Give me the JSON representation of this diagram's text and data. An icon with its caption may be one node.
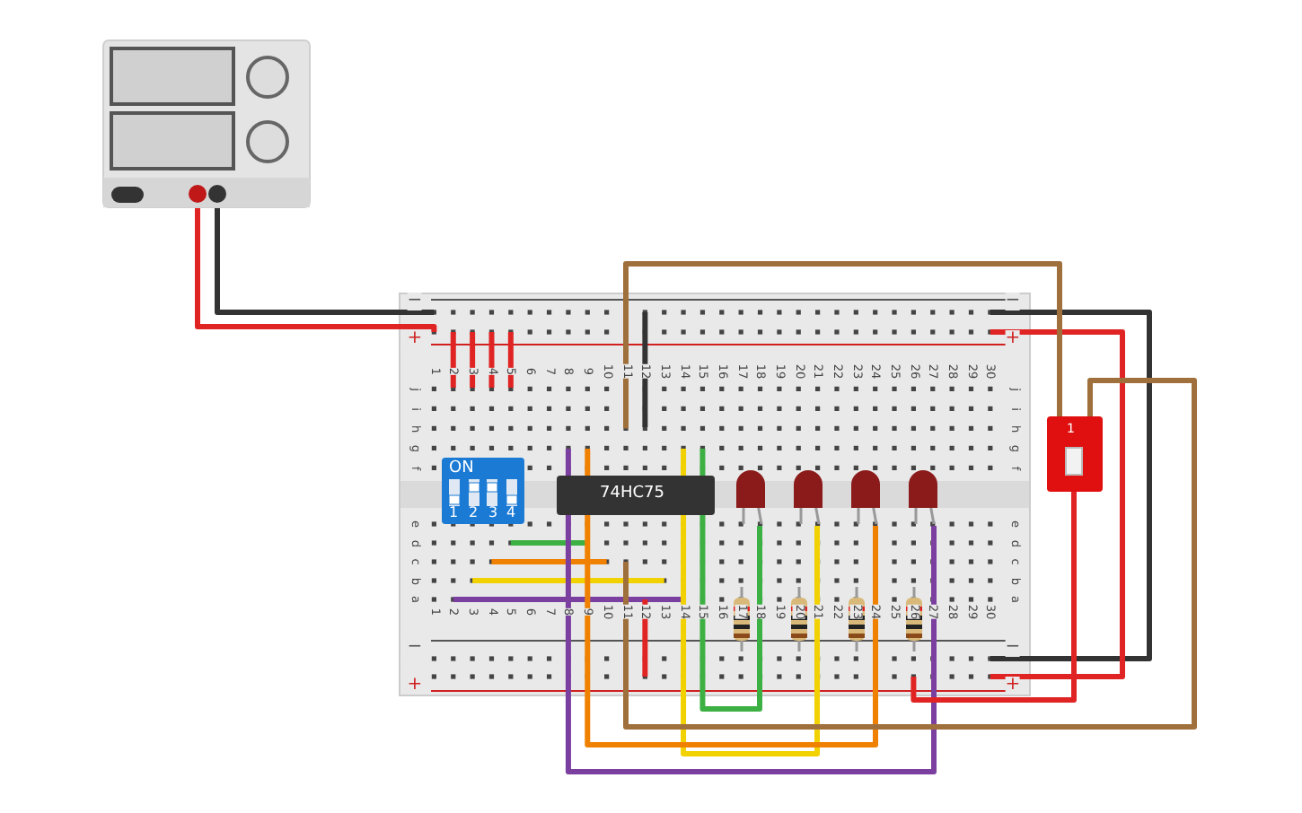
{
  "diagram": {
    "nodes": [
      {
        "text": [],
        "shape": "picture"
      },
      {
        "text": [],
        "shape": "picture"
      },
      {
        "text": [
          "ON",
          "1",
          "2",
          "3",
          "4"
        ],
        "in": 1
      },
      {
        "text": [
          "74HC75"
        ],
        "in": 1
      },
      {
        "text": [],
        "shape": "picture",
        "in": 1
      },
      {
        "text": [],
        "shape": "picture",
        "in": 1
      },
      {
        "text": [],
        "shape": "picture",
        "in": 1
      },
      {
        "text": [],
        "shape": "picture",
        "in": 1
      },
      {
        "text": [],
        "shape": "picture",
        "in": 1
      },
      {
        "text": [],
        "shape": "picture",
        "in": 1
      },
      {
        "text": [],
        "shape": "picture",
        "in": 1
      },
      {
        "text": [],
        "shape": "picture",
        "in": 1
      },
      {
        "text": [
          "1"
        ]
      }
    ],
    "edges": [
      {
        "from": 0,
        "to": 1,
        "arrow": "none",
        "color": "#e02424"
      },
      {
        "from": 0,
        "to": 1,
        "arrow": "none",
        "color": "#333333"
      },
      {
        "from": 3,
        "to": 4,
        "arrow": "none",
        "color": "#3cb043"
      },
      {
        "from": 3,
        "to": 5,
        "arrow": "none",
        "color": "#f2d100"
      },
      {
        "from": 3,
        "to": 6,
        "arrow": "none",
        "color": "#f08000"
      },
      {
        "from": 3,
        "to": 7,
        "arrow": "none",
        "color": "#7b3fa0"
      },
      {
        "from": 12,
        "to": 1,
        "arrow": "none",
        "color": "#a0703c"
      },
      {
        "from": 12,
        "to": 1,
        "arrow": "none",
        "color": "#a0703c"
      },
      {
        "from": 12,
        "to": 1,
        "arrow": "none",
        "color": "#e02424"
      }
    ],
    "labels": [
      "1",
      "2",
      "3",
      "4",
      "5",
      "6",
      "7",
      "8",
      "9",
      "10",
      "11",
      "12",
      "13",
      "14",
      "15",
      "16",
      "17",
      "18",
      "19",
      "20",
      "21",
      "22",
      "23",
      "24",
      "25",
      "26",
      "27",
      "28",
      "29",
      "30",
      "j",
      "i",
      "h",
      "g",
      "f",
      "e",
      "d",
      "c",
      "b",
      "a",
      "j",
      "i",
      "h",
      "g",
      "f",
      "e",
      "d",
      "c",
      "b",
      "a",
      "1",
      "2",
      "3",
      "4",
      "5",
      "6",
      "7",
      "8",
      "9",
      "10",
      "11",
      "12",
      "13",
      "14",
      "15",
      "16",
      "17",
      "18",
      "19",
      "20",
      "21",
      "22",
      "23",
      "24",
      "25",
      "26",
      "27",
      "28",
      "29",
      "30",
      "−",
      "+",
      "−",
      "+",
      "−",
      "+",
      "−",
      "+"
    ]
  }
}
